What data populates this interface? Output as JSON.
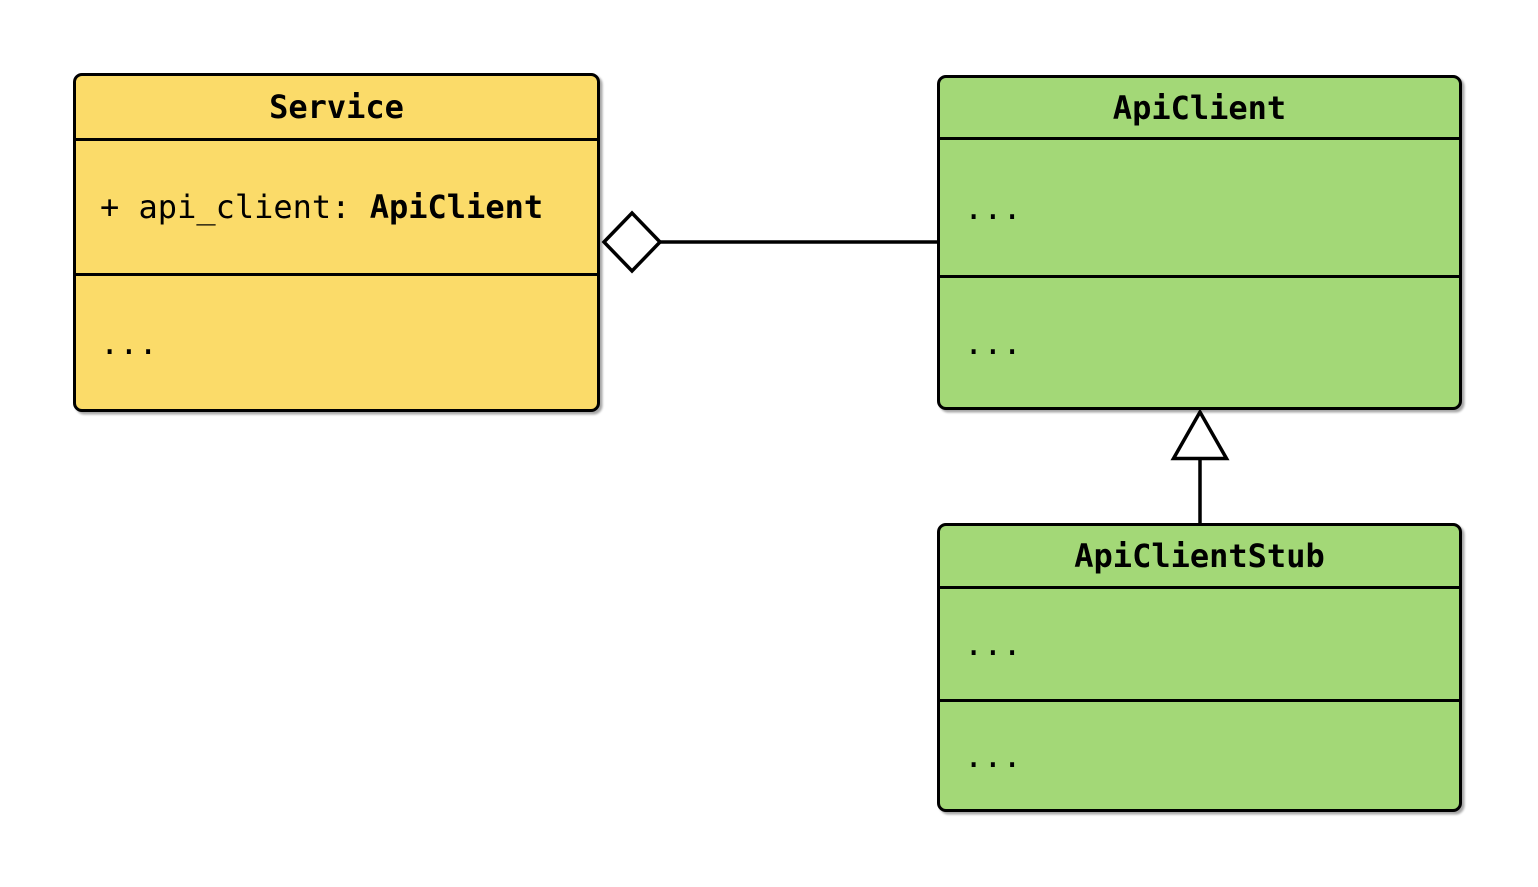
{
  "diagram": {
    "type": "uml-class-diagram",
    "classes": {
      "service": {
        "title": "Service",
        "attribute_prefix": "+ api_client: ",
        "attribute_type": "ApiClient",
        "methods_placeholder": "..."
      },
      "api_client": {
        "title": "ApiClient",
        "attributes_placeholder": "...",
        "methods_placeholder": "..."
      },
      "api_client_stub": {
        "title": "ApiClientStub",
        "attributes_placeholder": "...",
        "methods_placeholder": "..."
      }
    },
    "relationships": [
      {
        "type": "aggregation",
        "from": "Service",
        "to": "ApiClient",
        "symbol": "open-diamond"
      },
      {
        "type": "inheritance",
        "from": "ApiClientStub",
        "to": "ApiClient",
        "symbol": "open-triangle"
      }
    ],
    "colors": {
      "service_fill": "#FBDB69",
      "client_fill": "#A3D877",
      "border": "#000000",
      "background": "#FFFFFF"
    }
  }
}
